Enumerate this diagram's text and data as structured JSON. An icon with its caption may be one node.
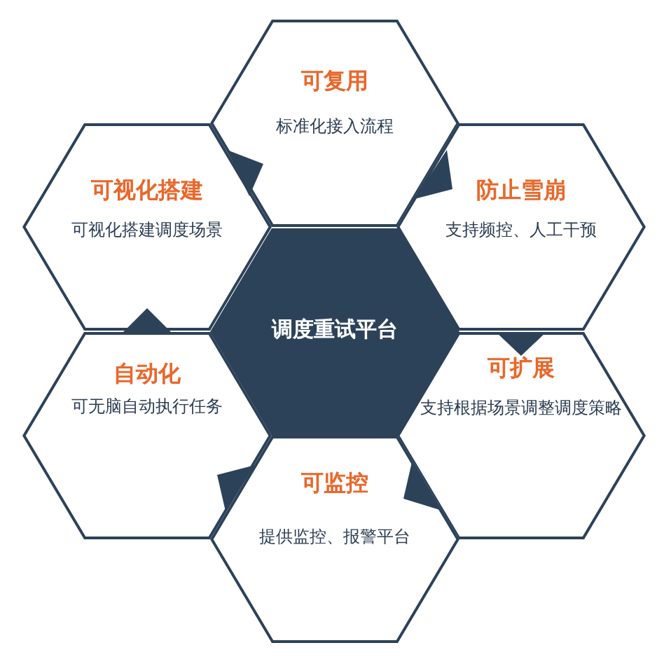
{
  "diagram": {
    "nodes": [
      {
        "text": [
          "可复用",
          "标准化接入流程"
        ]
      },
      {
        "text": [
          "可视化搭建",
          "可视化搭建调度场景"
        ]
      },
      {
        "text": [
          "防止雪崩",
          "支持频控、人工干预"
        ]
      },
      {
        "text": [
          "调度重试平台"
        ]
      },
      {
        "text": [
          "自动化",
          "可无脑自动执行任务"
        ]
      },
      {
        "text": [
          "可扩展",
          "支持根据场景调整调度策略"
        ]
      },
      {
        "text": [
          "可监控",
          "提供监控、报警平台"
        ]
      }
    ]
  }
}
